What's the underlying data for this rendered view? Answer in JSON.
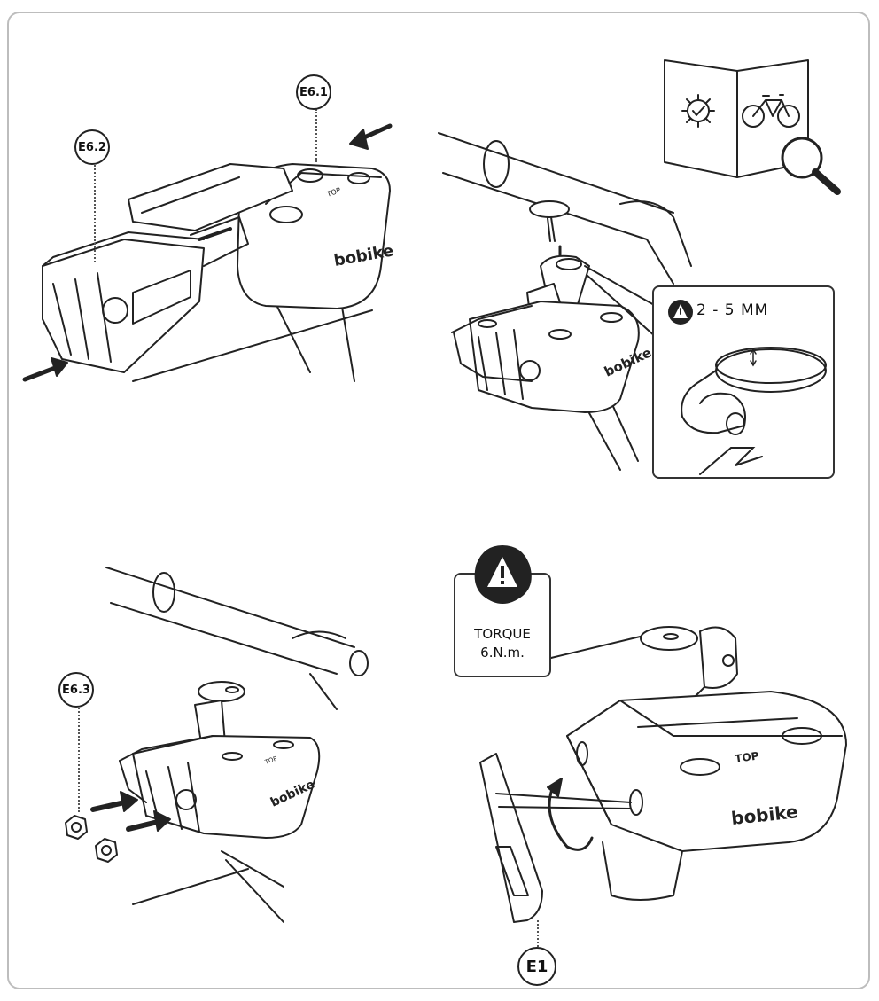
{
  "callouts": {
    "e61": "E6.1",
    "e62": "E6.2",
    "e63": "E6.3",
    "e1": "E1"
  },
  "gap_warning": {
    "label": "2 - 5 MM"
  },
  "torque_warning": {
    "line1": "TORQUE",
    "line2": "6.N.m."
  },
  "part_markings": {
    "brand": "bobike",
    "top": "TOP"
  },
  "icons": [
    "gear-check-icon",
    "bicycle-icon",
    "magnifier-icon",
    "warning-icon",
    "arrow-icon",
    "rotation-arrow-icon"
  ]
}
